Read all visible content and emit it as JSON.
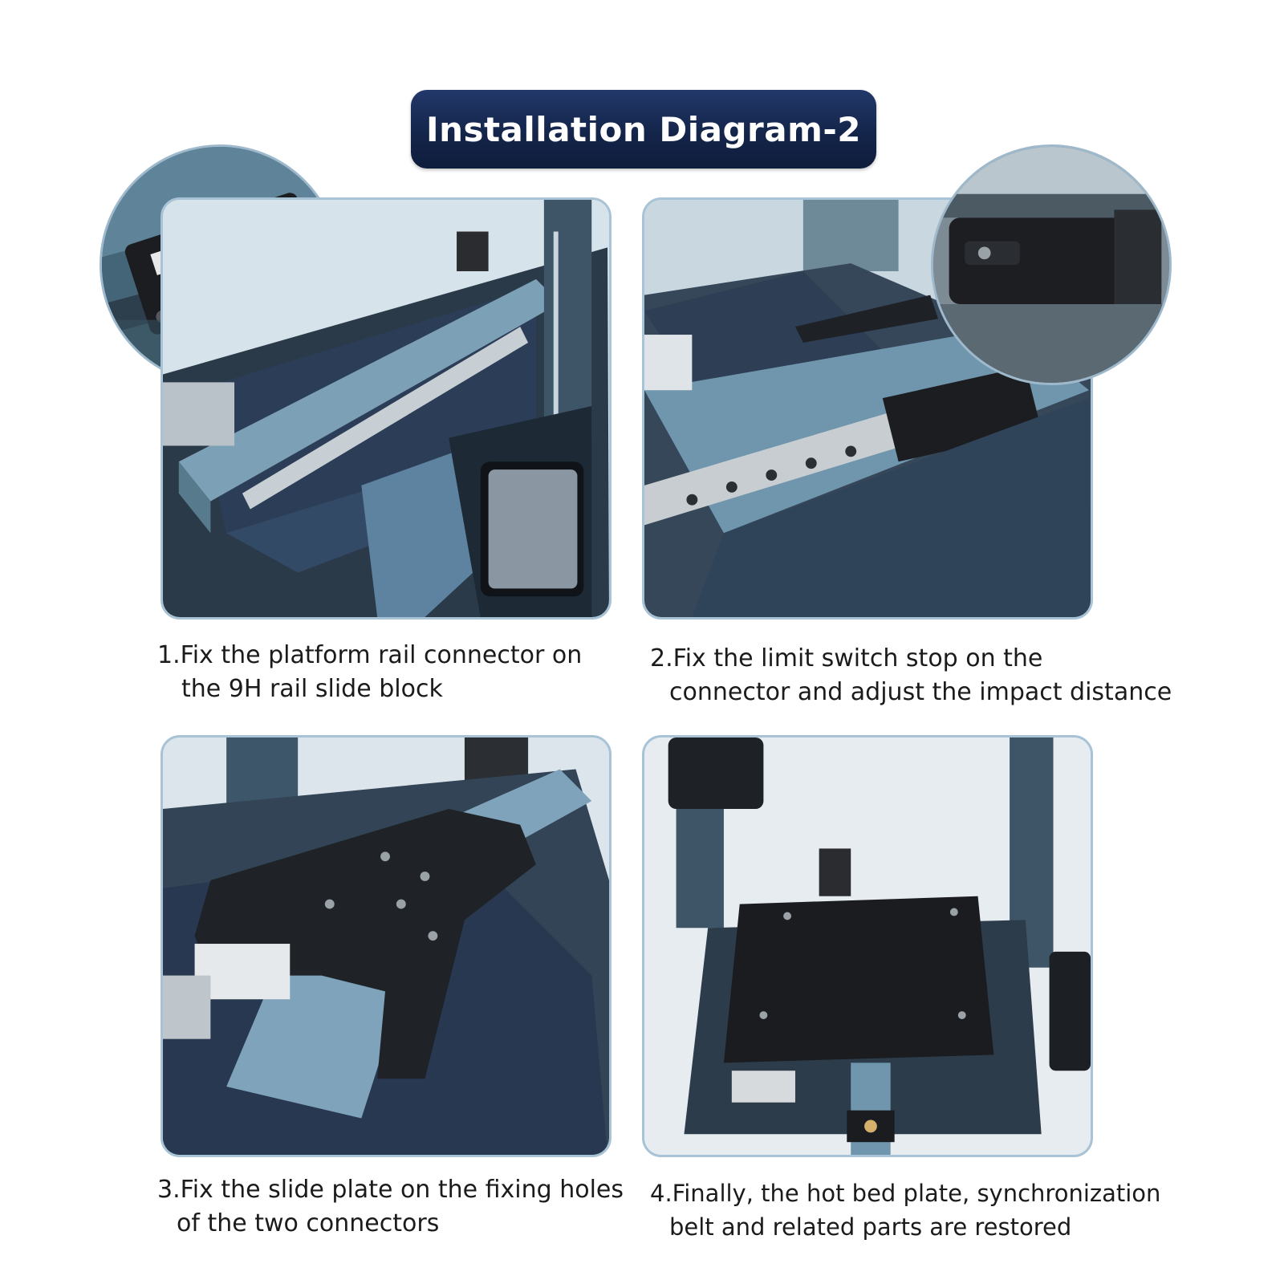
{
  "title": "Installation Diagram-2",
  "steps": [
    {
      "line1": "1.Fix the platform rail connector on",
      "line2": "the 9H rail slide block"
    },
    {
      "line1": "2.Fix the limit switch stop on the",
      "line2": "connector and adjust the impact distance"
    },
    {
      "line1": "3.Fix the slide plate on the fixing holes",
      "line2": "of the two connectors"
    },
    {
      "line1": "4.Finally, the hot bed plate, synchronization",
      "line2": "belt and related parts are restored"
    }
  ],
  "colors": {
    "title_bg": "#1a2d57",
    "panel_border": "#a9c3d6",
    "rail_blue": "#6f96ad",
    "frame_dark": "#2a3b4a",
    "plate_black": "#1c1f24"
  }
}
